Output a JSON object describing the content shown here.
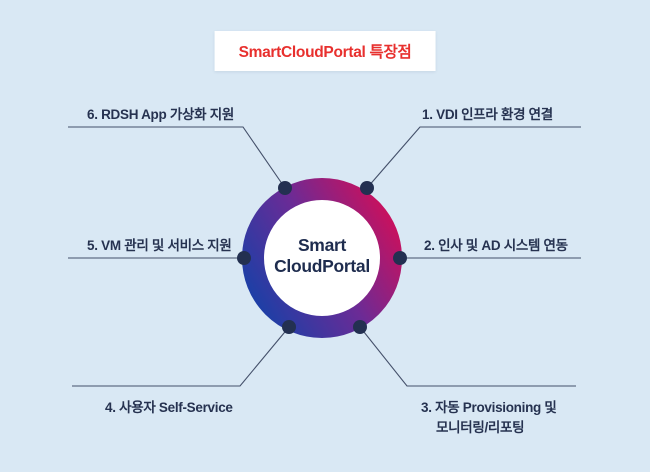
{
  "title": {
    "text": "SmartCloudPortal 특장점"
  },
  "center": {
    "line1": "Smart",
    "line2": "CloudPortal"
  },
  "items": {
    "i1": {
      "label": "1. VDI 인프라 환경 연결"
    },
    "i2": {
      "label": "2. 인사 및 AD 시스템 연동"
    },
    "i3": {
      "label_line1": "3. 자동 Provisioning 및",
      "label_line2": "모니터링/리포팅"
    },
    "i4": {
      "label": "4. 사용자 Self-Service"
    },
    "i5": {
      "label": "5. VM 관리 및 서비스 지원"
    },
    "i6": {
      "label": "6. RDSH App 가상화 지원"
    }
  },
  "colors": {
    "background": "#d9e8f4",
    "title_red": "#e8302e",
    "ring_blue": "#1d3fa6",
    "ring_purple": "#6b2b96",
    "ring_crimson": "#c8115e",
    "dot": "#233051",
    "line": "#44506a",
    "label_text": "#263250",
    "center_text": "#1e2c4e"
  }
}
